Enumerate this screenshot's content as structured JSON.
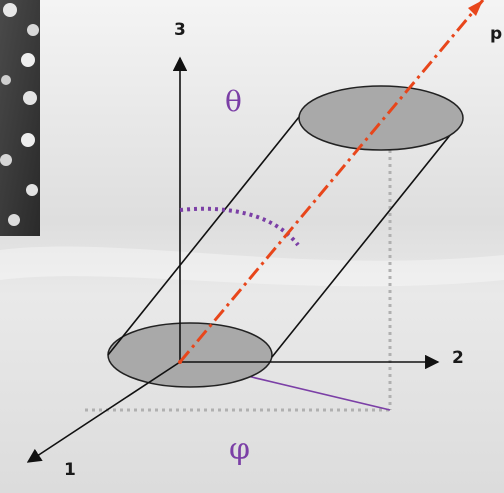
{
  "axes": {
    "axis_3_label": "3",
    "axis_2_label": "2",
    "axis_1_label": "1"
  },
  "vector": {
    "label": "p"
  },
  "angles": {
    "theta": "θ",
    "phi": "φ"
  },
  "colors": {
    "axis": "#111111",
    "vector": "#e8461b",
    "angle": "#7b3fa6",
    "projection": "#b0b0b0",
    "ellipse_fill": "#a9a9a9"
  }
}
